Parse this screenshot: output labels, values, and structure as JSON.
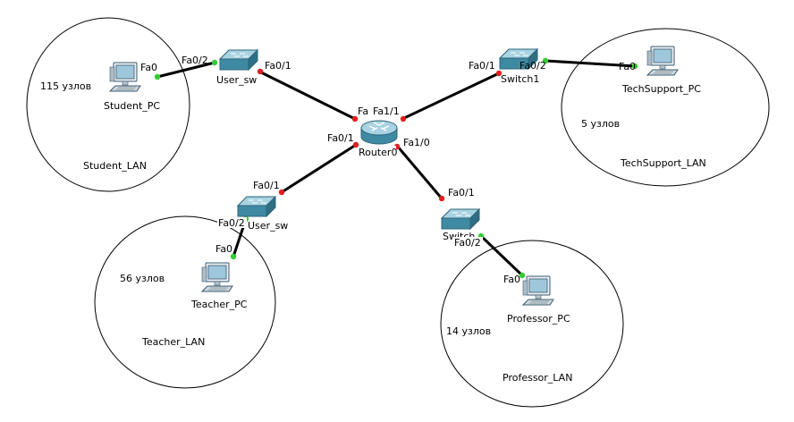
{
  "colors": {
    "link": "#000000",
    "port_up": "#33cc33",
    "port_down": "#e02020",
    "device_body": "#3f8aa3",
    "pc_screen": "#9ec7dc"
  },
  "lans": {
    "student": {
      "name": "Student_LAN",
      "hosts": "115 узлов"
    },
    "techsupport": {
      "name": "TechSupport_LAN",
      "hosts": "5 узлов"
    },
    "teacher": {
      "name": "Teacher_LAN",
      "hosts": "56 узлов"
    },
    "professor": {
      "name": "Professor_LAN",
      "hosts": "14 узлов"
    }
  },
  "devices": {
    "router": {
      "name": "Router0",
      "icon": "router-icon"
    },
    "user_sw_top": {
      "name": "User_sw",
      "icon": "switch-icon"
    },
    "switch1": {
      "name": "Switch1",
      "icon": "switch-icon"
    },
    "user_sw_bottom": {
      "name": "User_sw",
      "icon": "switch-icon"
    },
    "switch_prof": {
      "name": "Switch",
      "icon": "switch-icon"
    },
    "student_pc": {
      "name": "Student_PC",
      "icon": "pc-icon"
    },
    "techsupport_pc": {
      "name": "TechSupport_PC",
      "icon": "pc-icon"
    },
    "teacher_pc": {
      "name": "Teacher_PC",
      "icon": "pc-icon"
    },
    "professor_pc": {
      "name": "Professor_PC",
      "icon": "pc-icon"
    }
  },
  "ports": {
    "student_pc_fa0": "Fa0",
    "usw_top_fa02": "Fa0/2",
    "usw_top_fa01": "Fa0/1",
    "router_fa_top": "Fa",
    "router_fa11": "Fa1/1",
    "router_fa01": "Fa0/1",
    "router_fa10": "Fa1/0",
    "sw1_fa01": "Fa0/1",
    "sw1_fa02": "Fa0/2",
    "ts_pc_fa0": "Fa0",
    "usw_bot_fa01": "Fa0/1",
    "usw_bot_fa02": "Fa0/2",
    "teacher_pc_fa0": "Fa0",
    "swp_fa01": "Fa0/1",
    "swp_fa02": "Fa0/2",
    "prof_pc_fa0": "Fa0"
  },
  "links": [
    {
      "from": "student_pc",
      "to": "user_sw_top",
      "status": "up"
    },
    {
      "from": "user_sw_top",
      "to": "router",
      "status": "down"
    },
    {
      "from": "switch1",
      "to": "router",
      "status": "down"
    },
    {
      "from": "switch1",
      "to": "techsupport_pc",
      "status": "up"
    },
    {
      "from": "user_sw_bottom",
      "to": "router",
      "status": "down"
    },
    {
      "from": "teacher_pc",
      "to": "user_sw_bottom",
      "status": "up"
    },
    {
      "from": "router",
      "to": "switch_prof",
      "status": "down"
    },
    {
      "from": "switch_prof",
      "to": "professor_pc",
      "status": "up"
    }
  ]
}
